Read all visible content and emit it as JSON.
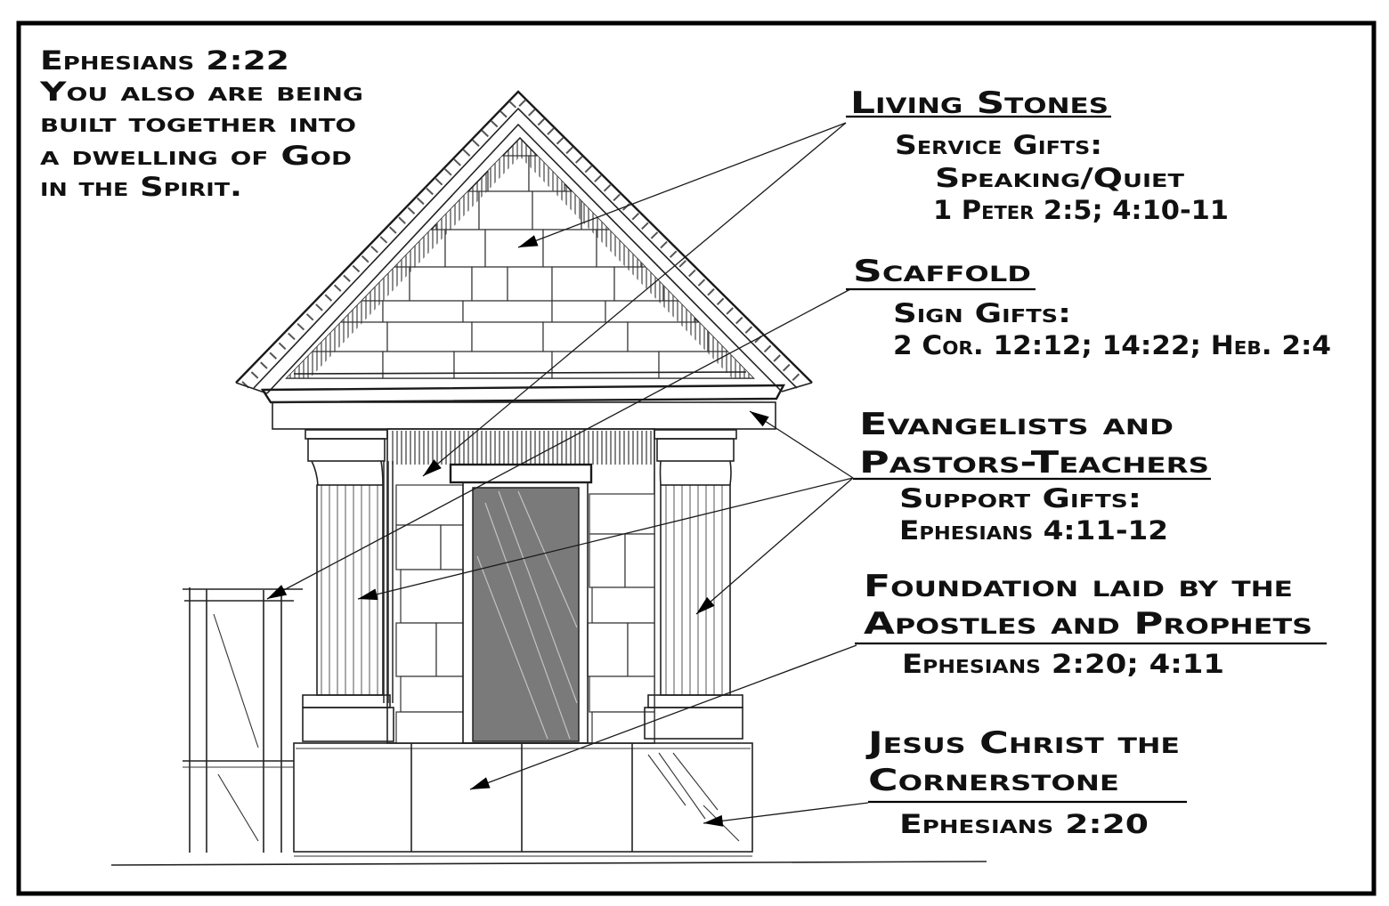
{
  "scripture": {
    "lines": [
      "Ephesians 2:22",
      "You also are being",
      "built together into",
      "a dwelling of God",
      "in the Spirit."
    ]
  },
  "labels": {
    "living_stones": {
      "title": [
        "Living Stones"
      ],
      "details": [
        "Service Gifts:",
        "Speaking/Quiet",
        "1 Peter 2:5; 4:10-11"
      ]
    },
    "scaffold": {
      "title": [
        "Scaffold"
      ],
      "details": [
        "Sign Gifts:",
        "2 Cor. 12:12; 14:22; Heb. 2:4"
      ]
    },
    "evangelists": {
      "title": [
        "Evangelists and",
        "Pastors-Teachers"
      ],
      "details": [
        "Support Gifts:",
        "Ephesians 4:11-12"
      ]
    },
    "foundation": {
      "title": [
        "Foundation laid by the",
        "Apostles and Prophets"
      ],
      "details": [
        "Ephesians 2:20; 4:11"
      ]
    },
    "cornerstone": {
      "title": [
        "Jesus Christ the",
        "Cornerstone"
      ],
      "details": [
        "Ephesians 2:20"
      ]
    }
  },
  "colors": {
    "border": "#000000",
    "door": "#7a7a7a"
  }
}
